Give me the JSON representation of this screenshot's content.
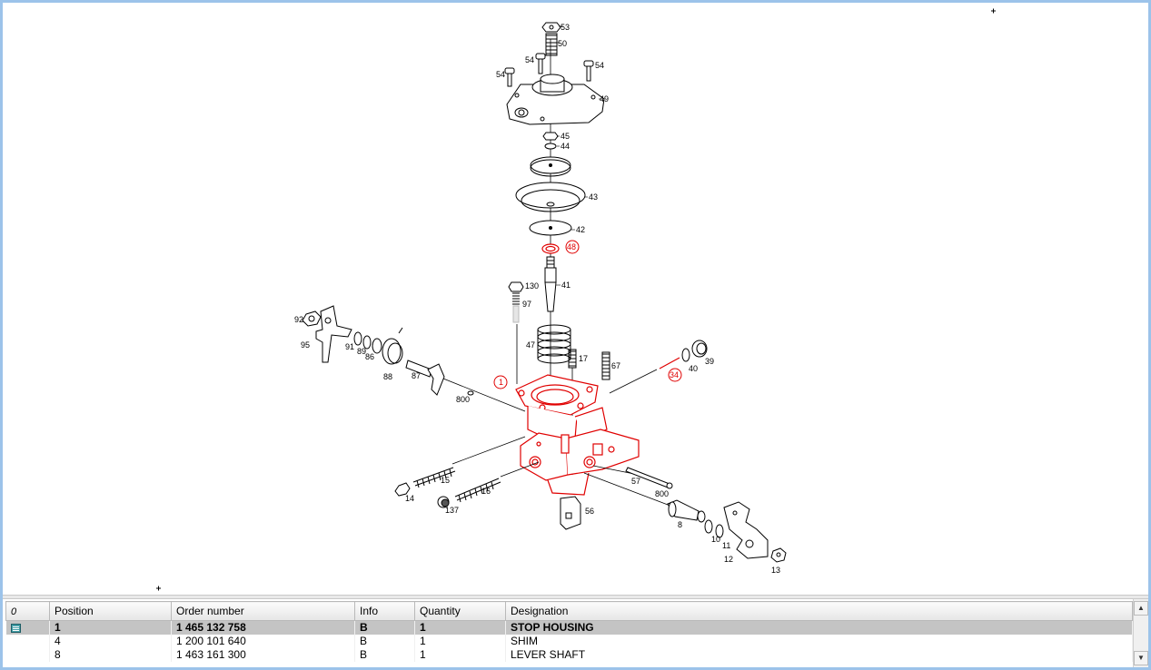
{
  "diagram": {
    "labels": [
      {
        "id": "p53",
        "text": "53",
        "red": false
      },
      {
        "id": "p50",
        "text": "50",
        "red": false
      },
      {
        "id": "p54a",
        "text": "54",
        "red": false
      },
      {
        "id": "p54b",
        "text": "54",
        "red": false
      },
      {
        "id": "p54c",
        "text": "54",
        "red": false
      },
      {
        "id": "p49",
        "text": "49",
        "red": false
      },
      {
        "id": "p45",
        "text": "45",
        "red": false
      },
      {
        "id": "p44",
        "text": "44",
        "red": false
      },
      {
        "id": "p43",
        "text": "43",
        "red": false
      },
      {
        "id": "p42",
        "text": "42",
        "red": false
      },
      {
        "id": "p48",
        "text": "48",
        "red": true
      },
      {
        "id": "p41",
        "text": "41",
        "red": false
      },
      {
        "id": "p130",
        "text": "130",
        "red": false
      },
      {
        "id": "p97",
        "text": "97",
        "red": false
      },
      {
        "id": "p47",
        "text": "47",
        "red": false
      },
      {
        "id": "p17",
        "text": "17",
        "red": false
      },
      {
        "id": "p67",
        "text": "67",
        "red": false
      },
      {
        "id": "p34",
        "text": "34",
        "red": true
      },
      {
        "id": "p40",
        "text": "40",
        "red": false
      },
      {
        "id": "p39",
        "text": "39",
        "red": false
      },
      {
        "id": "p1",
        "text": "1",
        "red": true
      },
      {
        "id": "p92",
        "text": "92",
        "red": false
      },
      {
        "id": "p95",
        "text": "95",
        "red": false
      },
      {
        "id": "p91",
        "text": "91",
        "red": false
      },
      {
        "id": "p89",
        "text": "89",
        "red": false
      },
      {
        "id": "p86",
        "text": "86",
        "red": false
      },
      {
        "id": "p88",
        "text": "88",
        "red": false
      },
      {
        "id": "p87",
        "text": "87",
        "red": false
      },
      {
        "id": "p800a",
        "text": "800",
        "red": false
      },
      {
        "id": "p15",
        "text": "15",
        "red": false
      },
      {
        "id": "p14",
        "text": "14",
        "red": false
      },
      {
        "id": "p16",
        "text": "16",
        "red": false
      },
      {
        "id": "p137",
        "text": "137",
        "red": false
      },
      {
        "id": "p56",
        "text": "56",
        "red": false
      },
      {
        "id": "p57",
        "text": "57",
        "red": false
      },
      {
        "id": "p800b",
        "text": "800",
        "red": false
      },
      {
        "id": "p8",
        "text": "8",
        "red": false
      },
      {
        "id": "p10",
        "text": "10",
        "red": false
      },
      {
        "id": "p11",
        "text": "11",
        "red": false
      },
      {
        "id": "p12",
        "text": "12",
        "red": false
      },
      {
        "id": "p13",
        "text": "13",
        "red": false
      }
    ]
  },
  "table": {
    "headers": {
      "icon": "0",
      "position": "Position",
      "order_number": "Order number",
      "info": "Info",
      "quantity": "Quantity",
      "designation": "Designation"
    },
    "rows": [
      {
        "position": "1",
        "order_number": "1 465 132 758",
        "info": "B",
        "quantity": "1",
        "designation": "STOP HOUSING",
        "selected": true
      },
      {
        "position": "4",
        "order_number": "1 200 101 640",
        "info": "B",
        "quantity": "1",
        "designation": "SHIM",
        "selected": false
      },
      {
        "position": "8",
        "order_number": "1 463 161 300",
        "info": "B",
        "quantity": "1",
        "designation": "LEVER SHAFT",
        "selected": false
      }
    ]
  },
  "scrollbar": {
    "up_icon": "arrow-up-icon",
    "down_icon": "arrow-down-icon"
  },
  "colors": {
    "highlight": "#e00000",
    "selected_row": "#c4c4c4",
    "window_border": "#9cc3ea"
  }
}
